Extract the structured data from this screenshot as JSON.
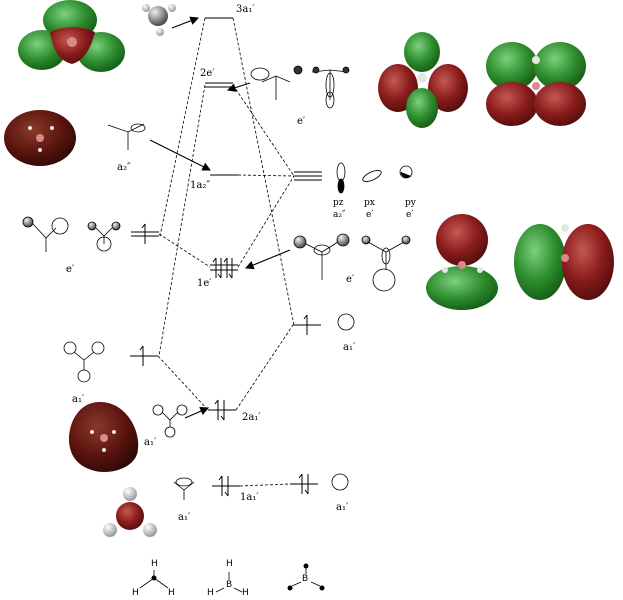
{
  "levels": {
    "top_3a1": "3a₁′",
    "e2": "2e′",
    "a2pp_1": "1a₂″",
    "e1": "1e′",
    "a1_2": "2a₁′",
    "a1_1": "1a₁′"
  },
  "fragment_labels": {
    "left_a2pp": "a₂″",
    "left_e": "e′",
    "left_a1_upper": "a₁′",
    "left_a1_mid": "a₁′",
    "left_a1_low": "a₁′",
    "right_e_top": "e′",
    "right_e_mid": "e′",
    "right_a1_upper": "a₁′",
    "right_a1_low": "a₁′",
    "p_z": "pz",
    "p_x": "px",
    "p_y": "py",
    "p_z_sym": "a₂″",
    "p_x_sym": "e′",
    "p_y_sym": "e′"
  },
  "atoms": {
    "H": "H",
    "B": "B"
  },
  "colors": {
    "positive_lobe": "#2f8f2f",
    "negative_lobe": "#8b1c1c",
    "dark_mo": "#5a140e",
    "atom_pink": "#d98a8a",
    "atom_white": "#e6e6e6"
  }
}
